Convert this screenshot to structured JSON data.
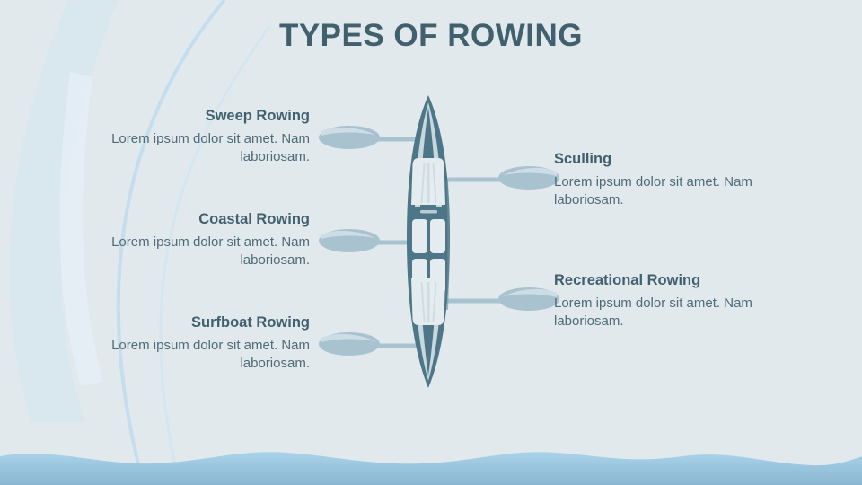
{
  "slide": {
    "title": "TYPES OF ROWING",
    "background_color": "#e1e9ed",
    "accent_color": "#41606e",
    "body_text_color": "#4e6b77",
    "hull_color": "#4d7688",
    "oar_color": "#a8c2cf",
    "water_color": "#8dc0de"
  },
  "items": {
    "sweep": {
      "title": "Sweep Rowing",
      "body": "Lorem ipsum dolor sit amet. Nam laboriosam."
    },
    "coastal": {
      "title": "Coastal Rowing",
      "body": "Lorem ipsum dolor sit amet. Nam laboriosam."
    },
    "surfboat": {
      "title": "Surfboat Rowing",
      "body": "Lorem ipsum dolor sit amet. Nam laboriosam."
    },
    "sculling": {
      "title": "Sculling",
      "body": "Lorem ipsum dolor sit amet. Nam laboriosam."
    },
    "recreational": {
      "title": "Recreational Rowing",
      "body": "Lorem ipsum dolor sit amet. Nam laboriosam."
    }
  }
}
